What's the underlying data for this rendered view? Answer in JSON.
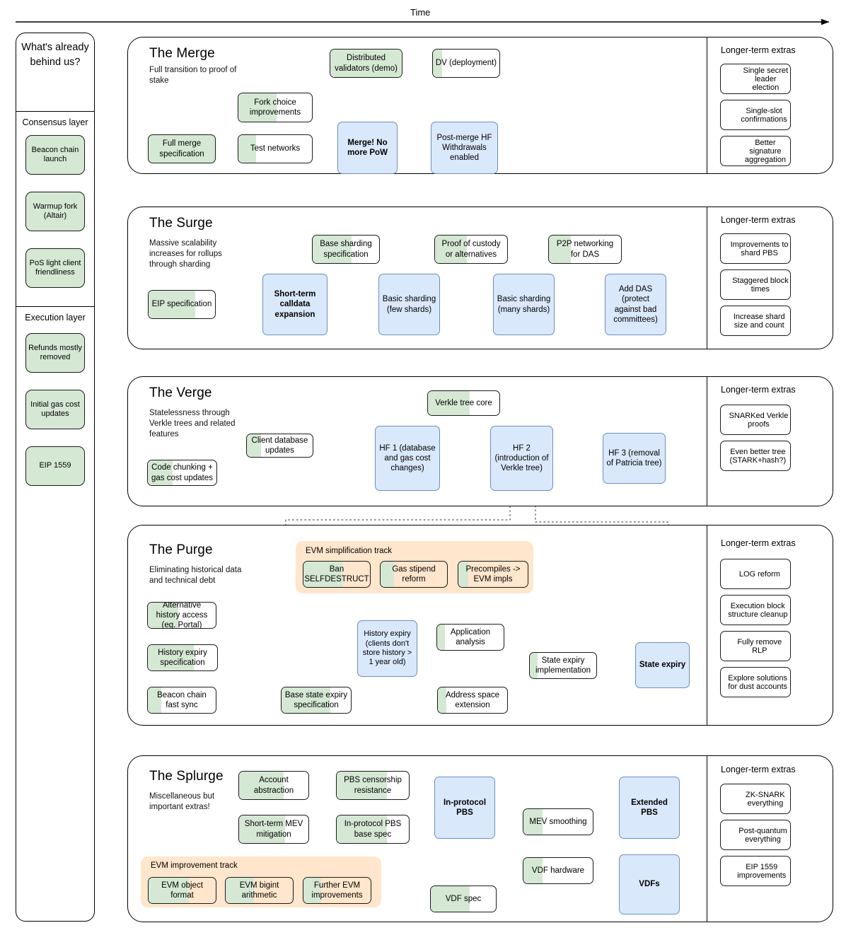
{
  "time_axis": {
    "label": "Time"
  },
  "sidebar": {
    "title": "What's already behind us?",
    "groups": [
      {
        "heading": "Consensus layer",
        "items": [
          "Beacon chain launch",
          "Warmup fork (Altair)",
          "PoS light client friendliness"
        ]
      },
      {
        "heading": "Execution layer",
        "items": [
          "Refunds mostly removed",
          "Initial gas cost updates",
          "EIP 1559"
        ]
      }
    ]
  },
  "extras_heading": "Longer-term extras",
  "phases": [
    {
      "title": "The Merge",
      "subtitle": "Full transition to proof of stake",
      "nodes": [
        {
          "name": "distributed-validators",
          "label": "Distributed validators (demo)",
          "style": "green"
        },
        {
          "name": "dv-deployment",
          "label": "DV (deployment)",
          "style": "partial"
        },
        {
          "name": "fork-choice-improvements",
          "label": "Fork choice improvements",
          "style": "partial"
        },
        {
          "name": "full-merge-specification",
          "label": "Full merge specification",
          "style": "green"
        },
        {
          "name": "test-networks",
          "label": "Test networks",
          "style": "partial"
        },
        {
          "name": "merge",
          "label": "Merge! No more PoW",
          "style": "blue"
        },
        {
          "name": "post-merge-hf",
          "label": "Post-merge HF Withdrawals enabled",
          "style": "blue"
        }
      ],
      "extras": [
        "Single secret leader election",
        "Single-slot confirmations",
        "Better signature aggregation"
      ]
    },
    {
      "title": "The Surge",
      "subtitle": "Massive scalability increases for rollups through sharding",
      "nodes": [
        {
          "name": "base-sharding-specification",
          "label": "Base sharding specification",
          "style": "partial"
        },
        {
          "name": "proof-of-custody",
          "label": "Proof of custody or alternatives",
          "style": "partial"
        },
        {
          "name": "p2p-networking-for-das",
          "label": "P2P networking for DAS",
          "style": "partial"
        },
        {
          "name": "eip-specification",
          "label": "EIP specification",
          "style": "partial"
        },
        {
          "name": "short-term-calldata-expansion",
          "label": "Short-term calldata expansion",
          "style": "blue"
        },
        {
          "name": "basic-sharding-few-shards",
          "label": "Basic sharding (few shards)",
          "style": "blue"
        },
        {
          "name": "basic-sharding-many-shards",
          "label": "Basic sharding (many shards)",
          "style": "blue"
        },
        {
          "name": "add-das",
          "label": "Add DAS (protect against bad committees)",
          "style": "blue"
        }
      ],
      "extras": [
        "Improvements to shard PBS",
        "Staggered block times",
        "Increase shard size and count"
      ]
    },
    {
      "title": "The Verge",
      "subtitle": "Statelessness through Verkle trees and related features",
      "nodes": [
        {
          "name": "verkle-tree-core",
          "label": "Verkle tree core",
          "style": "partial"
        },
        {
          "name": "client-database-updates",
          "label": "Client database updates",
          "style": "partial"
        },
        {
          "name": "code-chunking-gas-cost-updates",
          "label": "Code chunking + gas cost updates",
          "style": "partial"
        },
        {
          "name": "hf-1",
          "label": "HF 1 (database and gas cost changes)",
          "style": "blue"
        },
        {
          "name": "hf-2",
          "label": "HF 2 (introduction of Verkle tree)",
          "style": "blue"
        },
        {
          "name": "hf-3",
          "label": "HF 3 (removal of Patricia tree)",
          "style": "blue"
        }
      ],
      "extras": [
        "SNARKed Verkle proofs",
        "Even better tree (STARK+hash?)"
      ]
    },
    {
      "title": "The Purge",
      "subtitle": "Eliminating historical data and technical debt",
      "track": {
        "label": "EVM simplification track",
        "items": [
          "Ban SELFDESTRUCT",
          "Gas stipend reform",
          "Precompiles -> EVM impls"
        ]
      },
      "nodes": [
        {
          "name": "alternative-history-access",
          "label": "Alternative history access (eg. Portal)",
          "style": "partial"
        },
        {
          "name": "history-expiry-specification",
          "label": "History expiry specification",
          "style": "partial"
        },
        {
          "name": "beacon-chain-fast-sync",
          "label": "Beacon chain fast sync",
          "style": "partial"
        },
        {
          "name": "history-expiry",
          "label": "History expiry (clients don't store history > 1 year old)",
          "style": "blue"
        },
        {
          "name": "application-analysis",
          "label": "Application analysis",
          "style": "partial"
        },
        {
          "name": "base-state-expiry-specification",
          "label": "Base state expiry specification",
          "style": "partial"
        },
        {
          "name": "state-expiry-implementation",
          "label": "State expiry implementation",
          "style": "partial"
        },
        {
          "name": "address-space-extension",
          "label": "Address space extension",
          "style": "partial"
        },
        {
          "name": "state-expiry",
          "label": "State expiry",
          "style": "blue"
        }
      ],
      "extras": [
        "LOG reform",
        "Execution block structure cleanup",
        "Fully remove RLP",
        "Explore solutions for dust accounts"
      ]
    },
    {
      "title": "The Splurge",
      "subtitle": "Miscellaneous but important extras!",
      "track": {
        "label": "EVM improvement track",
        "items": [
          "EVM object format",
          "EVM bigint arithmetic",
          "Further EVM improvements"
        ]
      },
      "nodes": [
        {
          "name": "account-abstraction",
          "label": "Account abstraction",
          "style": "partial"
        },
        {
          "name": "pbs-censorship-resistance",
          "label": "PBS censorship resistance",
          "style": "partial"
        },
        {
          "name": "short-term-mev-mitigation",
          "label": "Short-term MEV mitigation",
          "style": "partial"
        },
        {
          "name": "in-protocol-pbs-base-spec",
          "label": "In-protocol PBS base spec",
          "style": "partial"
        },
        {
          "name": "in-protocol-pbs",
          "label": "In-protocol PBS",
          "style": "blue"
        },
        {
          "name": "mev-smoothing",
          "label": "MEV smoothing",
          "style": "partial"
        },
        {
          "name": "extended-pbs",
          "label": "Extended PBS",
          "style": "blue"
        },
        {
          "name": "vdf-hardware",
          "label": "VDF hardware",
          "style": "partial"
        },
        {
          "name": "vdf-spec",
          "label": "VDF spec",
          "style": "partial"
        },
        {
          "name": "vdfs",
          "label": "VDFs",
          "style": "blue"
        }
      ],
      "extras": [
        "ZK-SNARK everything",
        "Post-quantum everything",
        "EIP 1559 improvements"
      ]
    }
  ],
  "colors": {
    "green": "#d5e8d4",
    "blue": "#dae8fc",
    "blue_border": "#6c8ebf",
    "track": "#ffe6cc",
    "stroke": "#000000"
  }
}
